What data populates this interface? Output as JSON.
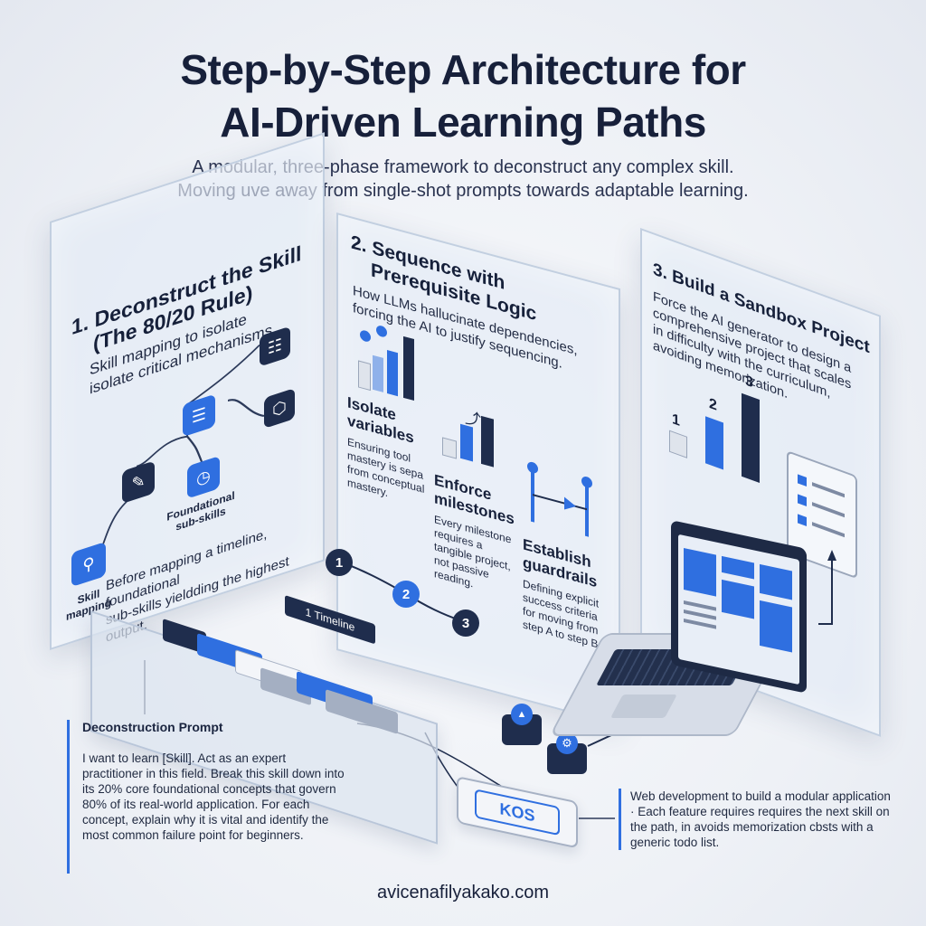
{
  "title": "Step-by-Step Architecture for AI-Driven Learning Paths",
  "title_line1": "Step-by-Step Architecture for",
  "title_line2": "AI-Driven Learning Paths",
  "subtitle_line1": "A modular, three-phase framework to deconstruct any complex skill.",
  "subtitle_line2": "Moving uve away from single-shot prompts towards adaptable learning.",
  "phase1": {
    "heading_line1": "1.  Deconstruct the Skill",
    "heading_line2": "(The 80/20 Rule)",
    "desc_line1": "Skill mapping to isolate",
    "desc_line2": "isolate critical mechanisms.",
    "label_skill_mapping": "Skill mapping",
    "label_foundational": "Foundational sub-skills",
    "footer_line1": "Before mapping a timeline, foundational",
    "footer_line2": "sub-skills yieldding the highest output."
  },
  "phase2": {
    "heading_line1": "2.  Sequence with",
    "heading_line2": "Prerequisite Logic",
    "desc_line1": "How LLMs hallucinate dependencies,",
    "desc_line2": "forcing the AI to justify sequencing.",
    "cols": [
      {
        "title_line1": "Isolate",
        "title_line2": "variables",
        "text": "Ensuring tool mastery is sepa from conceptual mastery."
      },
      {
        "title_line1": "Enforce",
        "title_line2": "milestones",
        "text": "Every milestone requires a tangible project, not passive reading."
      },
      {
        "title_line1": "Establish",
        "title_line2": "guardrails",
        "text": "Defining explicit success criteria for moving from step A to step B."
      }
    ]
  },
  "phase3": {
    "heading": "3. Build a Sandbox Project",
    "desc_line1": "Force the AI generator to design a",
    "desc_line2": "comprehensive project that scales",
    "desc_line3": "in difficulty with the curriculum,",
    "desc_line4": "avoiding memorization.",
    "bar_labels": [
      "1",
      "2",
      "3"
    ]
  },
  "timeline": {
    "label": "1 Timeline",
    "steps": [
      "1",
      "2",
      "3"
    ]
  },
  "prompt": {
    "title": "Deconstruction Prompt",
    "text": "I want to learn [Skill]. Act as an expert practitioner in this field. Break this skill down into its 20% core foundational concepts that govern 80% of its real-world application. For each concept, explain why it is vital and identify the most common failure point for beginners."
  },
  "kos_label": "KOS",
  "web_text": "Web development to build a modular application · Each feature requires requires the next skill on the path, in avoids memorization cbsts with a generic todo list.",
  "footer": "avicenafilyakako.com",
  "colors": {
    "navy": "#1f2d4d",
    "blue": "#2f6fe0",
    "panel": "#e2eaf5"
  }
}
